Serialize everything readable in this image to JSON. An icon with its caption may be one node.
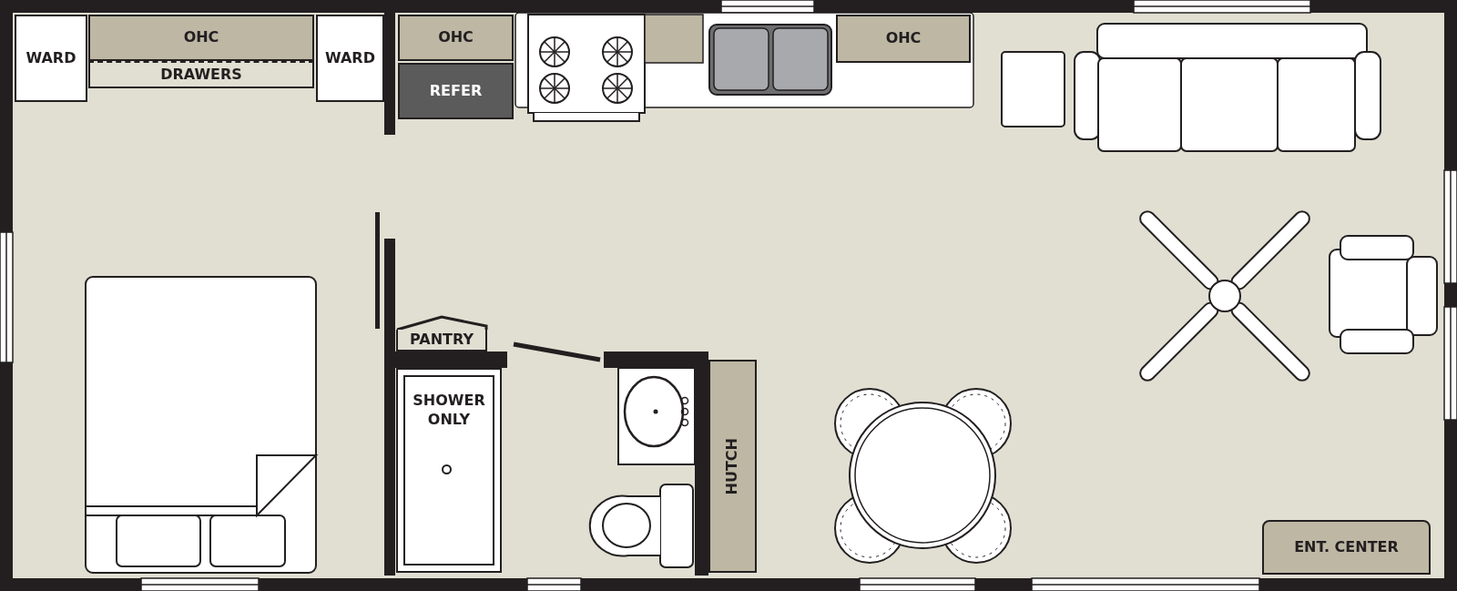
{
  "diagram": {
    "nodes": [
      {
        "text": [
          "WARD"
        ]
      },
      {
        "text": [
          "OHC"
        ]
      },
      {
        "text": [
          "DRAWERS"
        ]
      },
      {
        "text": [
          "WARD"
        ]
      },
      {
        "text": [
          "OHC"
        ]
      },
      {
        "text": [
          "REFER"
        ]
      },
      {
        "text": [
          "OHC"
        ]
      },
      {
        "text": [
          "PANTRY"
        ]
      },
      {
        "text": [
          "SHOWER ONLY"
        ]
      },
      {
        "text": [
          "HUTCH"
        ]
      },
      {
        "text": [
          "ENT. CENTER"
        ]
      }
    ]
  }
}
